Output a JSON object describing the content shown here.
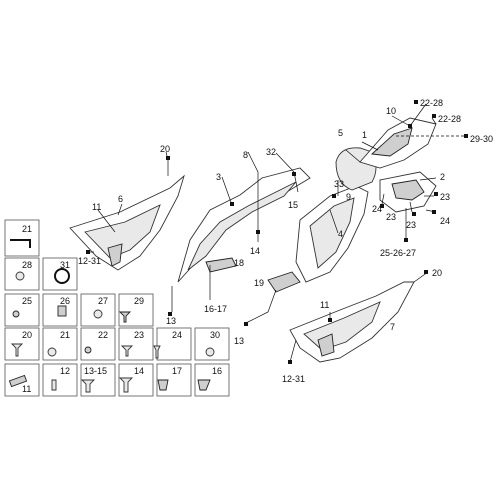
{
  "callouts": {
    "c1": "1",
    "c2": "2",
    "c3": "3",
    "c4": "4",
    "c5": "5",
    "c6": "6",
    "c7": "7",
    "c8": "8",
    "c9": "9",
    "c10": "10",
    "c11a": "11",
    "c11b": "11",
    "c12_31a": "12-31",
    "c12_31b": "12-31",
    "c13a": "13",
    "c13b": "13",
    "c14": "14",
    "c15": "15",
    "c16_17": "16-17",
    "c18": "18",
    "c19": "19",
    "c20a": "20",
    "c20b": "20",
    "c22_28a": "22-28",
    "c22_28b": "22-28",
    "c23a": "23",
    "c23b": "23",
    "c23c": "23",
    "c24a": "24",
    "c24b": "24",
    "c25_26_27": "25-26-27",
    "c29_30": "29-30",
    "c32": "32",
    "c33": "33"
  },
  "hardware": {
    "h21": "21",
    "h28": "28",
    "h31": "31",
    "h25": "25",
    "h26": "26",
    "h27": "27",
    "h29": "29",
    "h20": "20",
    "h21b": "21",
    "h22": "22",
    "h23": "23",
    "h24": "24",
    "h30": "30",
    "h11": "11",
    "h12": "12",
    "h13_15": "13-15",
    "h14": "14",
    "h17": "17",
    "h16": "16"
  }
}
